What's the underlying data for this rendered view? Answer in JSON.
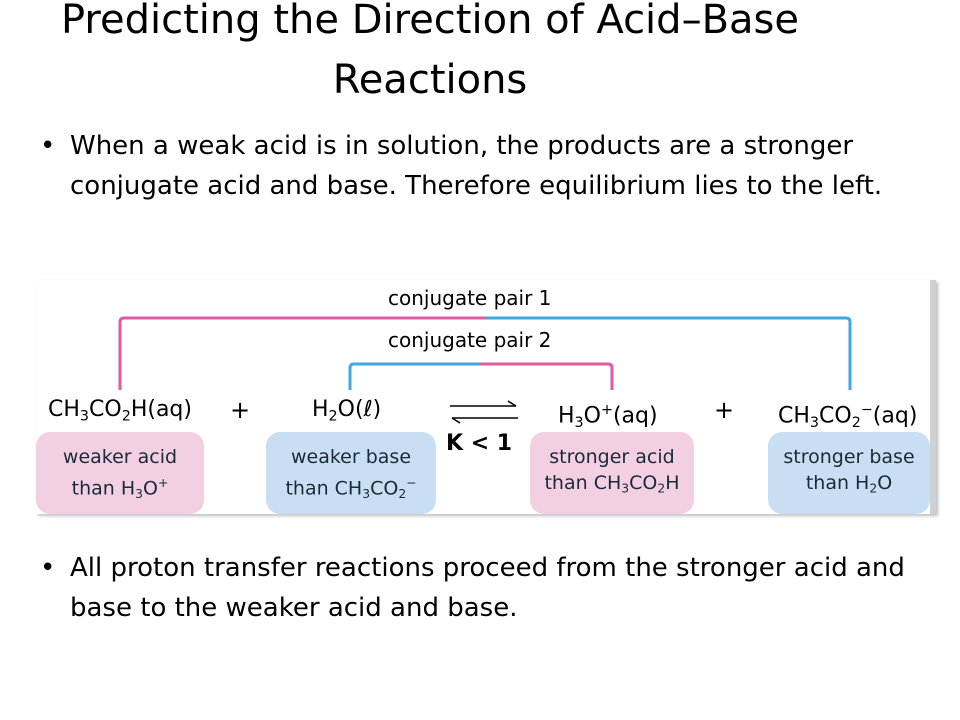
{
  "slide": {
    "title_line1": "Predicting the Direction of Acid–Base",
    "title_line2": "Reactions",
    "bullet1": "When a weak acid is in solution, the products are  a stronger conjugate acid and base. Therefore equilibrium lies to the left.",
    "bullet2": "All proton transfer reactions proceed from the stronger acid and base to the weaker acid and base."
  },
  "figure": {
    "pair1_label": "conjugate pair 1",
    "pair2_label": "conjugate pair 2",
    "species": {
      "acid": {
        "a": "CH",
        "b": "3",
        "c": "CO",
        "d": "2",
        "e": "H(aq)"
      },
      "base": {
        "a": "H",
        "b": "2",
        "c": "O(",
        "d": "ℓ",
        "e": ")"
      },
      "conj_acid": {
        "a": "H",
        "b": "3",
        "c": "O",
        "d": "+",
        "e": "(aq)"
      },
      "conj_base": {
        "a": "CH",
        "b": "3",
        "c": "CO",
        "d": "2",
        "e": "−",
        "f": "(aq)"
      }
    },
    "plus": "+",
    "k_label": "K < 1",
    "boxes": {
      "box1": {
        "l1": "weaker acid",
        "l2a": "than H",
        "l2b": "3",
        "l2c": "O",
        "l2d": "+"
      },
      "box2": {
        "l1": "weaker base",
        "l2a": "than CH",
        "l2b": "3",
        "l2c": "CO",
        "l2d": "2",
        "l2e": "−"
      },
      "box3": {
        "l1": "stronger acid",
        "l2a": "than CH",
        "l2b": "3",
        "l2c": "CO",
        "l2d": "2",
        "l2e": "H"
      },
      "box4": {
        "l1": "stronger base",
        "l2a": "than H",
        "l2b": "2",
        "l2c": "O"
      }
    },
    "colors": {
      "pink": "#e05aa0",
      "blue": "#3fa9e0",
      "pink_fill": "#f3cfe2",
      "blue_fill": "#c8def2"
    }
  }
}
